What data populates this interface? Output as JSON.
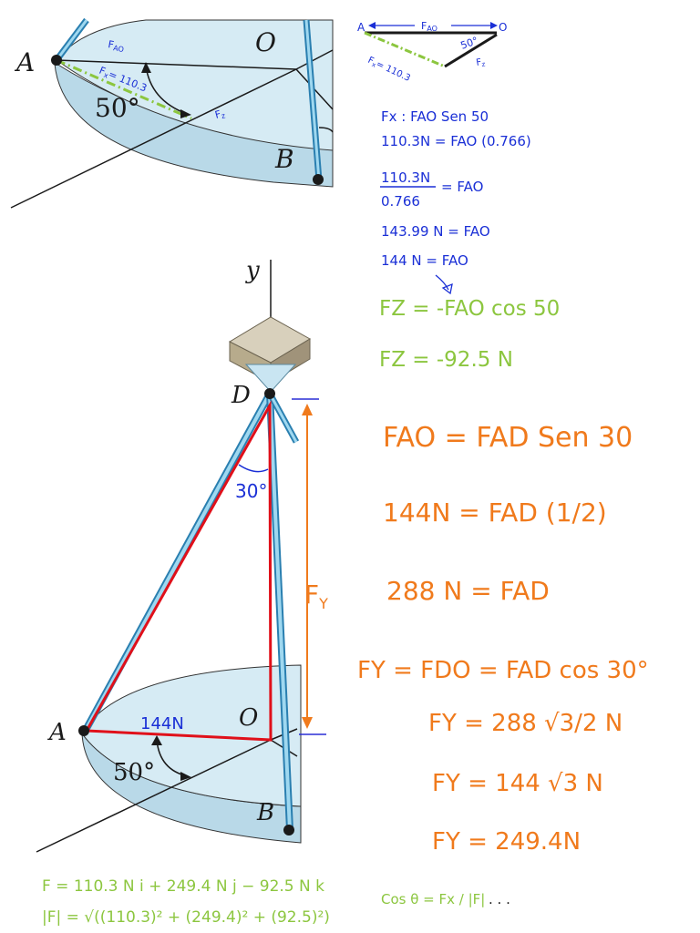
{
  "top_figure": {
    "point_a": "A",
    "point_o": "O",
    "point_b": "B",
    "angle": "50°",
    "f_ao": "F",
    "f_ao_sub": "AO",
    "f_x": "F",
    "f_x_sub": "x",
    "f_x_value": "= 110.3",
    "f_z": "F",
    "f_z_sub": "z"
  },
  "bottom_figure": {
    "y_axis": "y",
    "point_d": "D",
    "point_a": "A",
    "point_o": "O",
    "point_b": "B",
    "angle_base": "50°",
    "angle_top": "30°",
    "length_label": "144N",
    "fy_label": "F",
    "fy_sub": "Y"
  },
  "sketch": {
    "a": "A",
    "o": "O",
    "f_ao": "F",
    "f_ao_sub": "AO",
    "angle": "50°",
    "f_x": "F",
    "f_x_sub": "x",
    "f_x_value": "= 110.3",
    "f_z": "F",
    "f_z_sub": "z"
  },
  "blue_notes": [
    "Fx : FAO Sen 50",
    "110.3N = FAO (0.766)",
    "110.3N",
    "= FAO",
    "0.766",
    "143.99 N = FAO",
    "144 N = FAO"
  ],
  "green_notes": [
    "FZ = -FAO cos 50",
    "FZ = -92.5 N"
  ],
  "orange_notes": [
    "FAO = FAD Sen 30",
    "144N = FAD (1/2)",
    "288 N = FAD",
    "FY = FDO = FAD cos 30°",
    "FY = 288 √3/2 N",
    "FY = 144 √3 N",
    "FY = 249.4N"
  ],
  "bottom_notes": {
    "vector_eq": "F = 110.3 N i + 249.4 N j − 92.5 N k",
    "magnitude_eq": "|F| = √((110.3)² + (249.4)² + (92.5)²)",
    "cos_eq": "Cos θ = Fx / |F|",
    "ellipsis": ". . ."
  }
}
